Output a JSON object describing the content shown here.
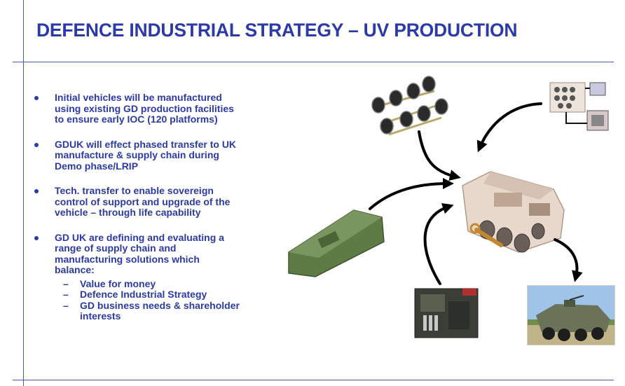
{
  "slide": {
    "title": "DEFENCE INDUSTRIAL STRATEGY – UV PRODUCTION",
    "bullets": [
      {
        "lines": [
          "Initial vehicles will be manufactured",
          "using existing GD production facilities",
          "to ensure early IOC (120 platforms)"
        ]
      },
      {
        "lines": [
          "GDUK will effect phased transfer to UK",
          "manufacture & supply chain during",
          "Demo phase/LRIP"
        ]
      },
      {
        "lines": [
          "Tech.  transfer to enable sovereign",
          "control of support and upgrade of the",
          "vehicle – through life capability"
        ]
      },
      {
        "lines": [
          "GD UK are defining and evaluating a",
          "range of supply chain and",
          "manufacturing solutions which",
          "balance:"
        ],
        "subs": [
          {
            "lines": [
              "Value for money"
            ]
          },
          {
            "lines": [
              "Defence Industrial Strategy"
            ]
          },
          {
            "lines": [
              "GD business needs & shareholder",
              "interests"
            ]
          }
        ]
      }
    ]
  },
  "graphic": {
    "images": [
      "suspension-assembly",
      "circuit-board-components",
      "hull-structure",
      "assembled-vehicle-cad",
      "engine-powerpack",
      "finished-vehicle-photo",
      "wrench-tool"
    ],
    "colors": {
      "accent": "#2b3aa8",
      "arrow": "#000000",
      "hull": "#5e7a45"
    }
  }
}
